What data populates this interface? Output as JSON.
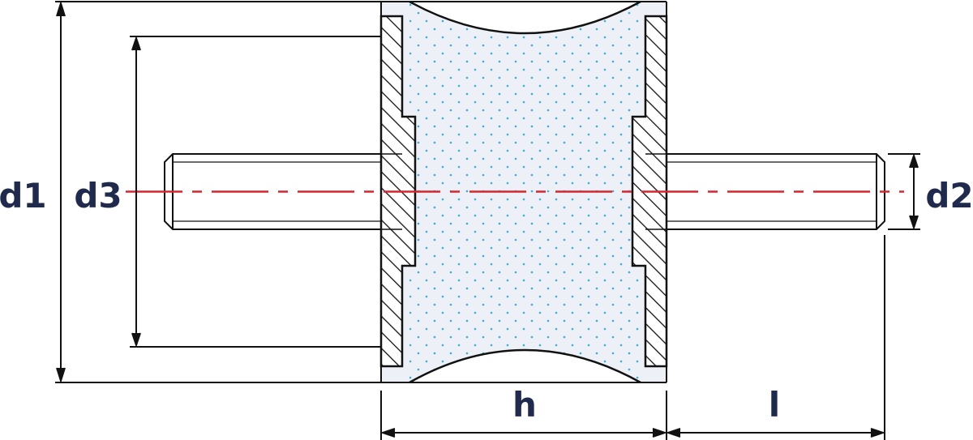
{
  "labels": {
    "d1": "d1",
    "d3": "d3",
    "d2": "d2",
    "h": "h",
    "l": "l"
  },
  "colors": {
    "outline": "#111111",
    "label": "#1f2a4d",
    "centerline": "#d6262e",
    "rubber_fill": "#edf0f6",
    "rubber_dots": "#3aaed8",
    "plate_fill": "#ffffff"
  }
}
